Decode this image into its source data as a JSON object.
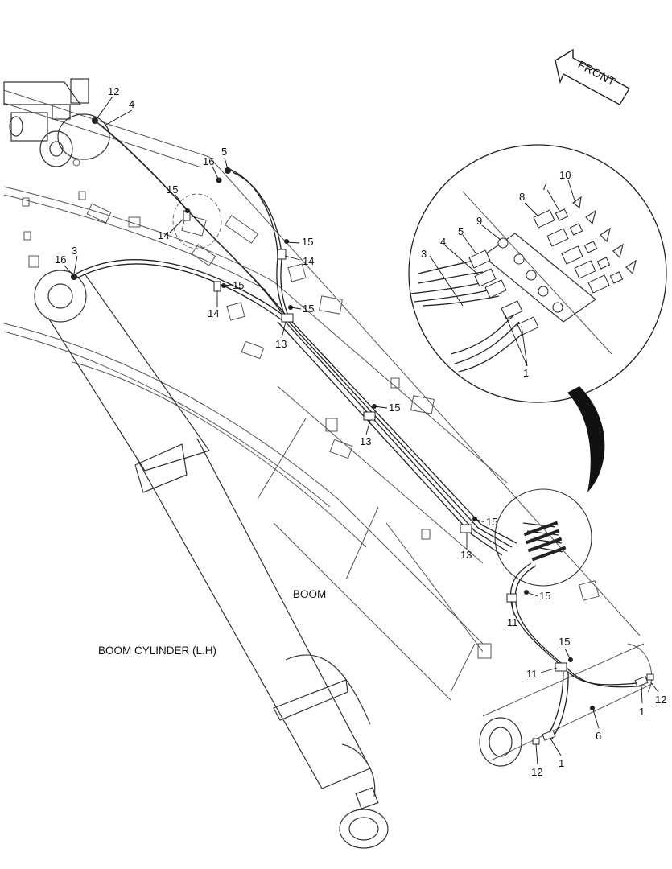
{
  "labels": {
    "boom": "BOOM",
    "boom_cylinder": "BOOM CYLINDER (L.H)",
    "front": "FRONT"
  },
  "callouts": {
    "c12_top": "12",
    "c4_top": "4",
    "c16_top": "16",
    "c5_top": "5",
    "c15_a": "15",
    "c14_a": "14",
    "c3_left": "3",
    "c16_left": "16",
    "c15_b": "15",
    "c14_b": "14",
    "c15_c": "15",
    "c14_c": "14",
    "c15_d": "15",
    "c13_a": "13",
    "c15_e": "15",
    "c13_b": "13",
    "c15_f": "15",
    "c13_c": "13",
    "c15_g": "15",
    "c11_a": "11",
    "c15_h": "15",
    "c11_b": "11",
    "c12_r": "12",
    "c1_r": "1",
    "c6": "6",
    "c1_b": "1",
    "c12_b": "12"
  },
  "detail_callouts": {
    "d8": "8",
    "d7": "7",
    "d10": "10",
    "d9": "9",
    "d5": "5",
    "d4": "4",
    "d3": "3",
    "d1": "1"
  },
  "colors": {
    "line": "#222222",
    "paper": "#ffffff"
  }
}
